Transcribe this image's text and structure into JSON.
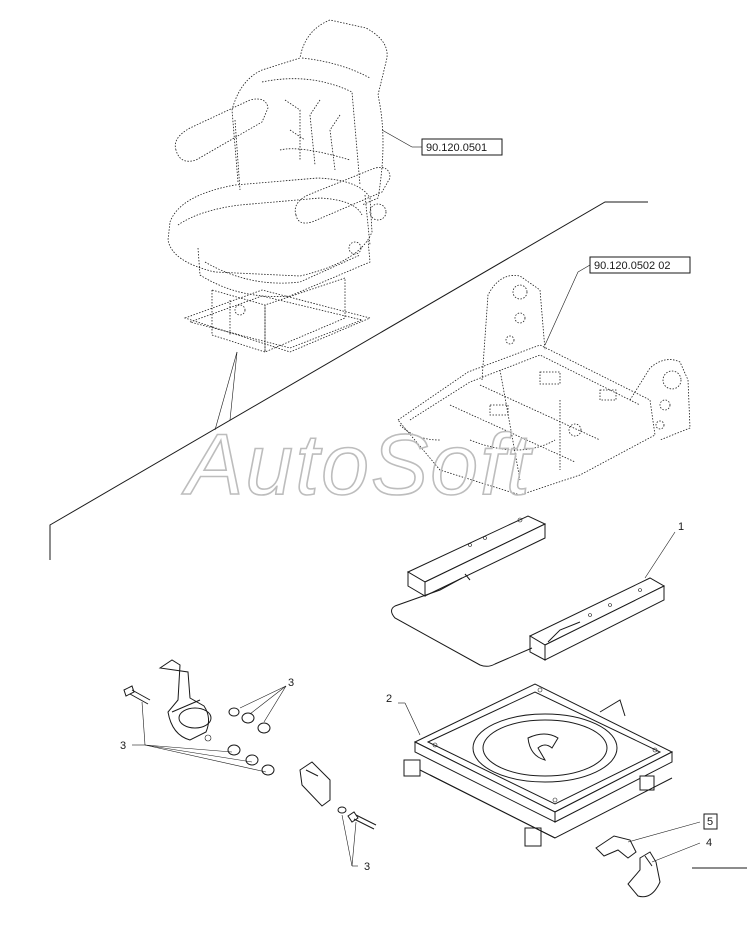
{
  "watermark": "AutoSoft",
  "references": {
    "seat_assembly": "90.120.0501",
    "seat_frame": "90.120.0502 02"
  },
  "callouts": {
    "slide_rail": "1",
    "swivel_plate": "2",
    "belt_left_hardware_upper": "3",
    "belt_left_hardware_lower": "3",
    "belt_right_hardware": "3",
    "lever_boxed": "5",
    "knob": "4"
  }
}
